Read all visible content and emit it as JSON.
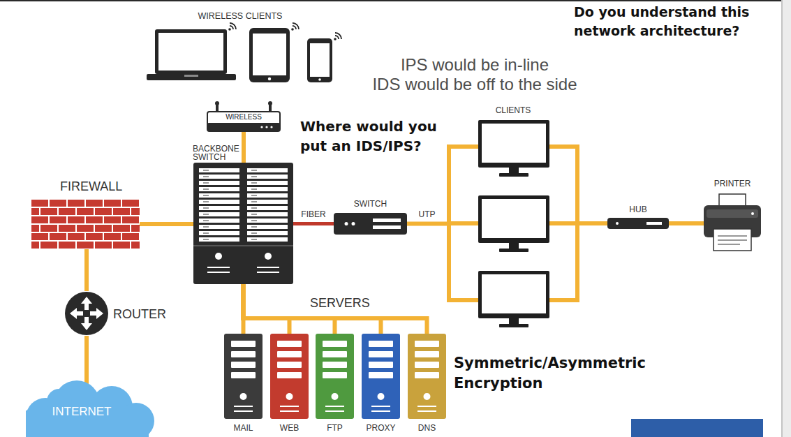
{
  "diagram": {
    "nodes": [
      {
        "text": [
          "WIRELESS CLIENTS"
        ]
      },
      {
        "text": [
          "WIRELESS"
        ]
      },
      {
        "text": [
          "BACKBONE SWITCH"
        ]
      },
      {
        "text": [
          "FIREWALL"
        ]
      },
      {
        "text": [
          "SWITCH"
        ]
      },
      {
        "text": [
          "CLIENTS"
        ]
      },
      {
        "text": [
          "HUB"
        ]
      },
      {
        "text": [
          "PRINTER"
        ]
      },
      {
        "text": [
          "ROUTER"
        ]
      },
      {
        "text": [
          "MAIL"
        ]
      },
      {
        "text": [
          "WEB"
        ]
      },
      {
        "text": [
          "FTP"
        ]
      },
      {
        "text": [
          "PROXY"
        ]
      },
      {
        "text": [
          "DNS"
        ]
      },
      {
        "text": [
          "INTERNET"
        ]
      }
    ],
    "edges": [
      {
        "from": 1,
        "to": 2,
        "arrow": "none"
      },
      {
        "from": 3,
        "to": 2,
        "arrow": "none"
      },
      {
        "from": 2,
        "to": 4,
        "label": "FIBER",
        "arrow": "none"
      },
      {
        "from": 4,
        "to": 5,
        "label": "UTP",
        "arrow": "none"
      },
      {
        "from": 5,
        "to": 6,
        "arrow": "none"
      },
      {
        "from": 6,
        "to": 7,
        "arrow": "none"
      },
      {
        "from": 3,
        "to": 8,
        "arrow": "none"
      },
      {
        "from": 8,
        "to": 14,
        "arrow": "none"
      },
      {
        "from": 2,
        "to": 9,
        "arrow": "none"
      },
      {
        "from": 2,
        "to": 10,
        "arrow": "none"
      },
      {
        "from": 2,
        "to": 11,
        "arrow": "none"
      },
      {
        "from": 2,
        "to": 12,
        "arrow": "none"
      },
      {
        "from": 2,
        "to": 13,
        "arrow": "none"
      }
    ],
    "labels": [
      "Do you understand this network architecture?",
      "IPS would be in-line",
      "IDS would be off to the side",
      "Where would you put an IDS/IPS?",
      "SERVERS",
      "Symmetric/Asymmetric Encryption"
    ]
  }
}
